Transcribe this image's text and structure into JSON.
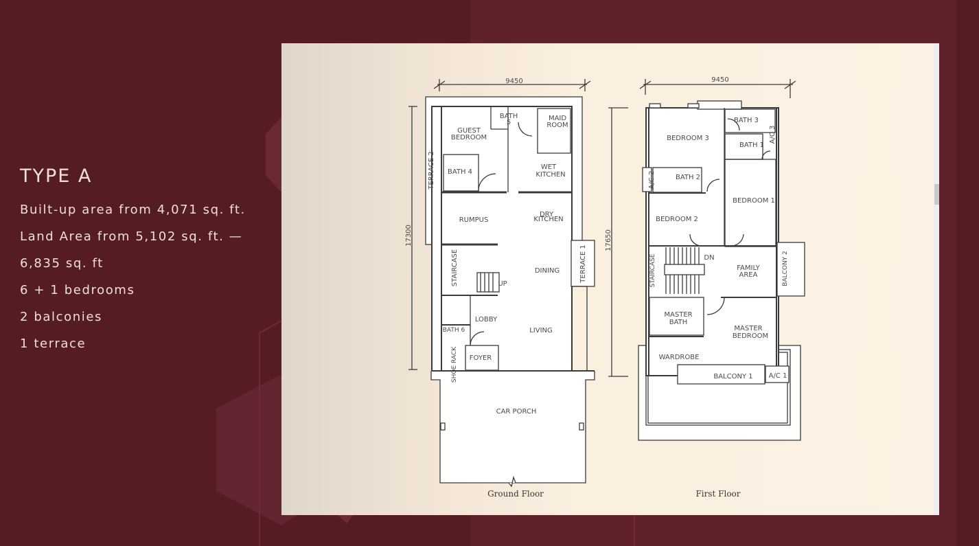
{
  "unit": {
    "title": "TYPE A",
    "details": [
      "Built-up area from 4,071 sq. ft.",
      "Land Area from 5,102 sq. ft. —",
      "6,835 sq. ft",
      "6 + 1 bedrooms",
      "2 balconies",
      "1 terrace"
    ]
  },
  "floorplan": {
    "ground_floor": {
      "caption": "Ground Floor",
      "width_dim": "9450",
      "depth_dim": "17300",
      "rooms": {
        "guest_bedroom": [
          "GUEST",
          "BEDROOM"
        ],
        "bath5": [
          "BATH",
          "5"
        ],
        "maid_room": [
          "MAID",
          "ROOM"
        ],
        "bath4": "BATH 4",
        "wet_kitchen": [
          "WET",
          "KITCHEN"
        ],
        "terrace2": "TERRACE 2",
        "rumpus": "RUMPUS",
        "dry_kitchen": [
          "DRY",
          "KITCHEN"
        ],
        "staircase": "STAIRCASE",
        "up": "UP",
        "dining": "DINING",
        "terrace1": "TERRACE 1",
        "lobby": "LOBBY",
        "bath6": "BATH 6",
        "living": "LIVING",
        "shoe_rack": "SHOE RACK",
        "foyer": "FOYER",
        "car_porch": "CAR PORCH"
      }
    },
    "first_floor": {
      "caption": "First Floor",
      "width_dim": "9450",
      "depth_dim": "17650",
      "rooms": {
        "bedroom3": "BEDROOM 3",
        "bath3": "BATH 3",
        "bath1": "BATH 1",
        "ac3": "A/C 3",
        "ac2": "A/C 2",
        "bath2": "BATH 2",
        "bedroom1": "BEDROOM 1",
        "bedroom2": "BEDROOM 2",
        "staircase": "STAIRCASE",
        "dn": "DN",
        "family_area": [
          "FAMILY",
          "AREA"
        ],
        "balcony2": "BALCONY 2",
        "master_bath": [
          "MASTER",
          "BATH"
        ],
        "master_bedroom": [
          "MASTER",
          "BEDROOM"
        ],
        "wardrobe": "WARDROBE",
        "balcony1": "BALCONY 1",
        "ac1": "A/C 1"
      }
    }
  },
  "colors": {
    "background": "#561c24",
    "band": "#5f222b",
    "hexagon": "#6b2832",
    "text": "#efe1d6",
    "paper": "#fdf2e3"
  }
}
